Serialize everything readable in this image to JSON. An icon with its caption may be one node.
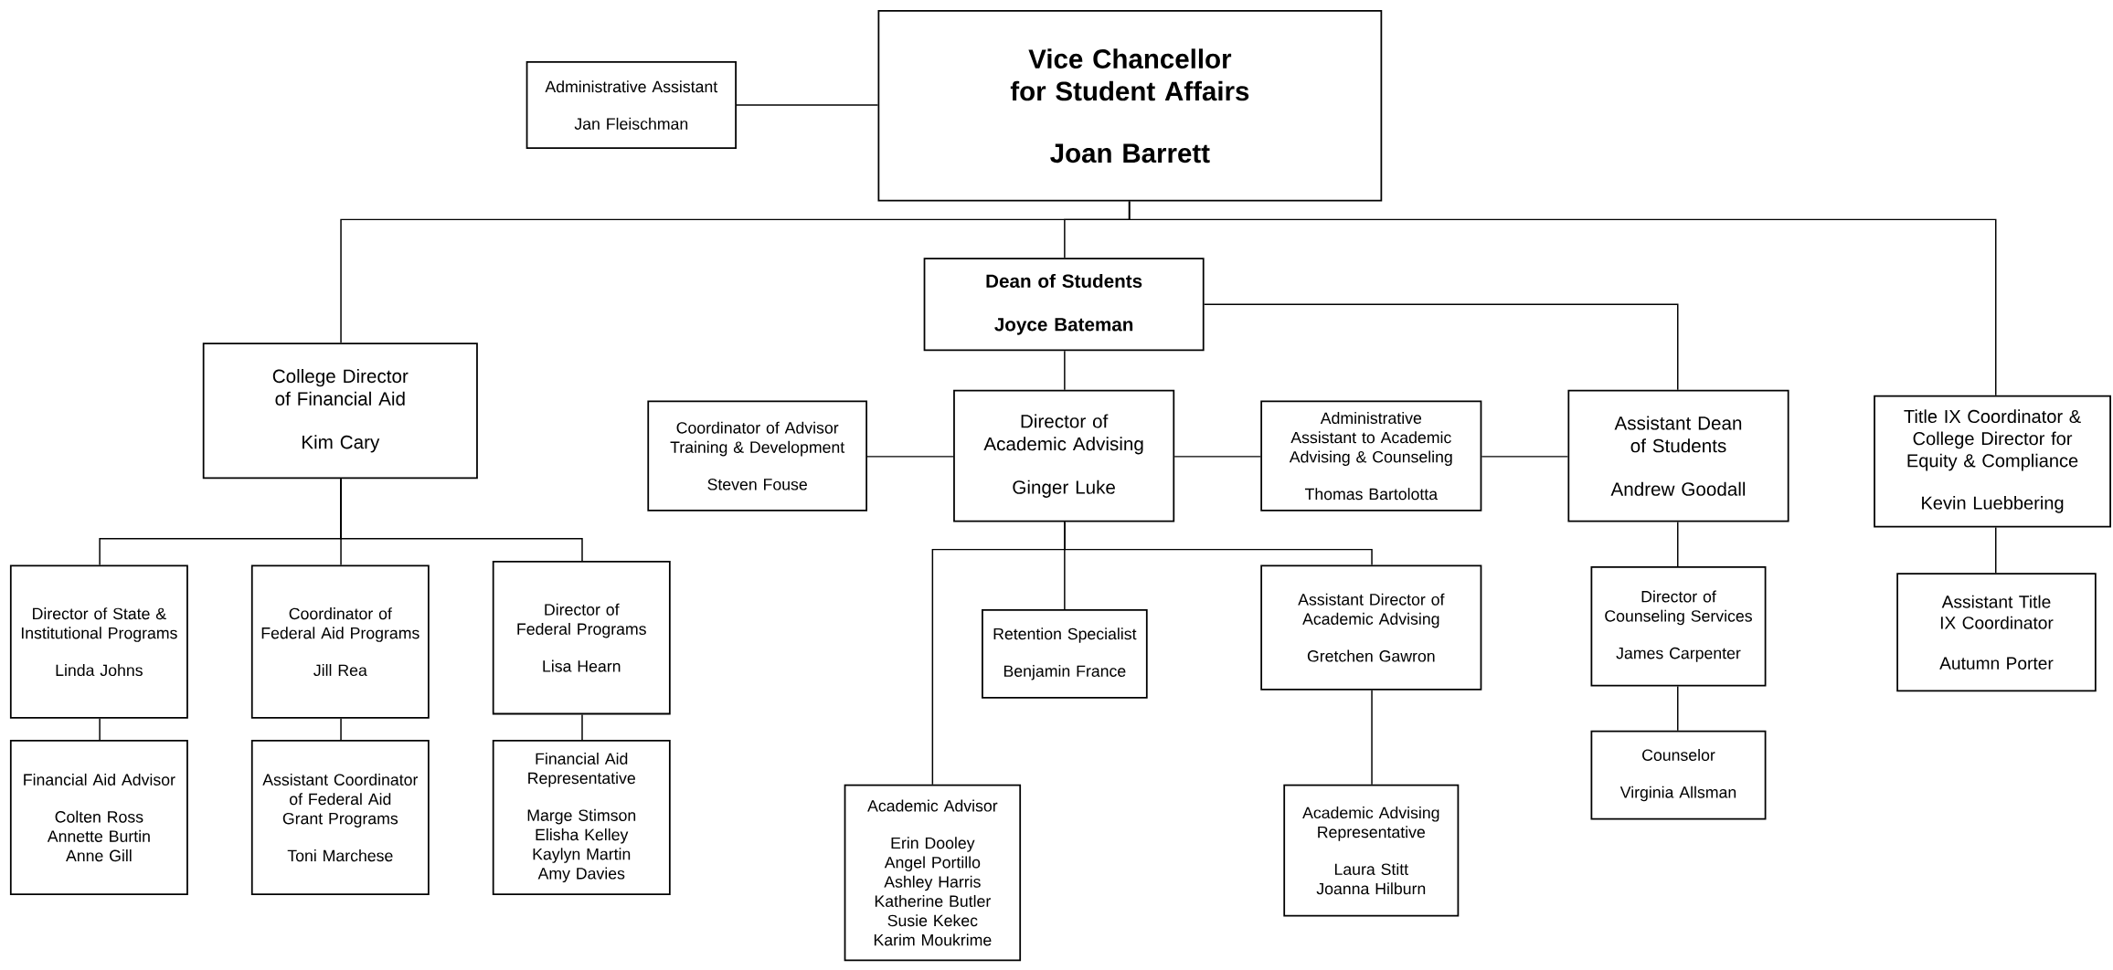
{
  "diagram": {
    "nodes": [
      {
        "text": [
          "Vice Chancellor for Student Affairs",
          "Joan Barrett"
        ]
      },
      {
        "text": [
          "Administrative Assistant",
          "Jan Fleischman"
        ]
      },
      {
        "text": [
          "College Director of Financial Aid",
          "Kim Cary"
        ]
      },
      {
        "text": [
          "Dean of Students",
          "Joyce Bateman"
        ]
      },
      {
        "text": [
          "Title IX Coordinator & College Director for Equity & Compliance",
          "Kevin Luebbering"
        ]
      },
      {
        "text": [
          "Coordinator of Advisor Training & Development",
          "Steven Fouse"
        ]
      },
      {
        "text": [
          "Director of Academic Advising",
          "Ginger Luke"
        ]
      },
      {
        "text": [
          "Administrative Assistant to Academic Advising & Counseling",
          "Thomas Bartolotta"
        ]
      },
      {
        "text": [
          "Assistant Dean of Students",
          "Andrew Goodall"
        ]
      },
      {
        "text": [
          "Director of State & Institutional Programs",
          "Linda Johns"
        ]
      },
      {
        "text": [
          "Coordinator of Federal Aid Programs",
          "Jill Rea"
        ]
      },
      {
        "text": [
          "Director of Federal Programs",
          "Lisa Hearn"
        ]
      },
      {
        "text": [
          "Retention Specialist",
          "Benjamin France"
        ]
      },
      {
        "text": [
          "Assistant Director of Academic Advising",
          "Gretchen Gawron"
        ]
      },
      {
        "text": [
          "Director of Counseling Services",
          "James Carpenter"
        ]
      },
      {
        "text": [
          "Assistant Title IX Coordinator",
          "Autumn Porter"
        ]
      },
      {
        "text": [
          "Financial Aid Advisor",
          "Colten Ross",
          "Annette Burtin",
          "Anne Gill"
        ]
      },
      {
        "text": [
          "Assistant Coordinator of Federal Aid Grant Programs",
          "Toni Marchese"
        ]
      },
      {
        "text": [
          "Financial Aid Representative",
          "Marge Stimson",
          "Elisha Kelley",
          "Kaylyn Martin",
          "Amy Davies"
        ]
      },
      {
        "text": [
          "Counselor",
          "Virginia Allsman"
        ]
      },
      {
        "text": [
          "Academic Advisor",
          "Erin Dooley",
          "Angel Portillo",
          "Ashley Harris",
          "Katherine Butler",
          "Susie Kekec",
          "Karim Moukrime"
        ]
      },
      {
        "text": [
          "Academic Advising Representative",
          "Laura Stitt",
          "Joanna Hilburn"
        ]
      }
    ],
    "edges": [
      {
        "from": 0,
        "to": 1,
        "arrow": "none"
      },
      {
        "from": 0,
        "to": 2,
        "arrow": "none"
      },
      {
        "from": 0,
        "to": 3,
        "arrow": "none"
      },
      {
        "from": 0,
        "to": 4,
        "arrow": "none"
      },
      {
        "from": 3,
        "to": 6,
        "arrow": "none"
      },
      {
        "from": 3,
        "to": 8,
        "arrow": "none"
      },
      {
        "from": 6,
        "to": 5,
        "arrow": "none"
      },
      {
        "from": 6,
        "to": 7,
        "arrow": "none"
      },
      {
        "from": 7,
        "to": 8,
        "arrow": "none"
      },
      {
        "from": 2,
        "to": 9,
        "arrow": "none"
      },
      {
        "from": 2,
        "to": 10,
        "arrow": "none"
      },
      {
        "from": 2,
        "to": 11,
        "arrow": "none"
      },
      {
        "from": 9,
        "to": 16,
        "arrow": "none"
      },
      {
        "from": 10,
        "to": 17,
        "arrow": "none"
      },
      {
        "from": 11,
        "to": 18,
        "arrow": "none"
      },
      {
        "from": 6,
        "to": 20,
        "arrow": "none"
      },
      {
        "from": 6,
        "to": 12,
        "arrow": "none"
      },
      {
        "from": 6,
        "to": 13,
        "arrow": "none"
      },
      {
        "from": 13,
        "to": 21,
        "arrow": "none"
      },
      {
        "from": 8,
        "to": 14,
        "arrow": "none"
      },
      {
        "from": 14,
        "to": 19,
        "arrow": "none"
      },
      {
        "from": 4,
        "to": 15,
        "arrow": "none"
      }
    ]
  }
}
